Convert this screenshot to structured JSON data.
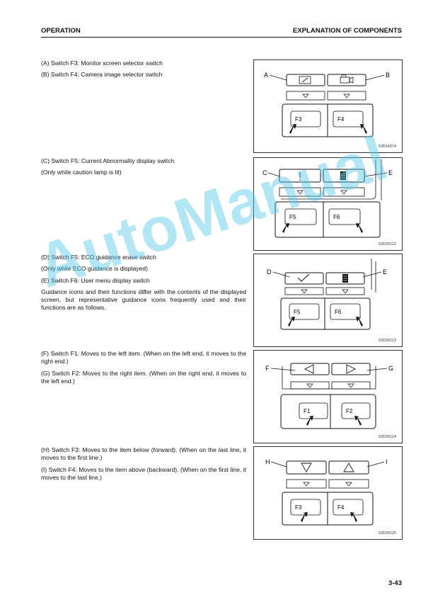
{
  "header": {
    "left": "OPERATION",
    "right": "EXPLANATION OF COMPONENTS"
  },
  "sections": [
    {
      "paragraphs": [
        "(A) Switch F3: Monitor screen selector switch",
        "(B) Switch F4: Camera image selector switch"
      ],
      "figure": {
        "left_label": "A",
        "right_label": "B",
        "key_left": "F3",
        "key_right": "F4",
        "code": "9JD24374"
      }
    },
    {
      "paragraphs": [
        "(C) Switch F5: Current Abnormality display switch",
        "(Only while caution lamp is lit)"
      ],
      "figure": {
        "left_label": "C",
        "right_label": "E",
        "key_left": "F5",
        "key_right": "F6",
        "code": "9JD26122"
      }
    },
    {
      "paragraphs": [
        "(D) Switch F5: ECO guidance erase switch",
        "(Only while ECO guidance is displayed)",
        "(E) Switch F6: User menu display switch",
        "Guidance icons and their functions differ with the contents of the displayed screen, but representative guidance icons frequently used and their functions are as follows."
      ],
      "figure": {
        "left_label": "D",
        "right_label": "E",
        "key_left": "F5",
        "key_right": "F6",
        "code": "9JD26123"
      }
    },
    {
      "paragraphs": [
        "(F) Switch F1: Moves to the left item. (When on the left end, it moves to the right end.)",
        "(G) Switch F2: Moves to the right item. (When on the right end, it moves to the left end.)"
      ],
      "figure": {
        "left_label": "F",
        "right_label": "G",
        "key_left": "F1",
        "key_right": "F2",
        "code": "9JD26124"
      }
    },
    {
      "paragraphs": [
        "(H) Switch F3: Moves to the item below (forward). (When on the last line, it moves to the first line.)",
        "(I) Switch F4: Moves to the item above (backward). (When on the first line, it moves to the last line.)"
      ],
      "figure": {
        "left_label": "H",
        "right_label": "I",
        "key_left": "F3",
        "key_right": "F4",
        "code": "9JD26125"
      }
    }
  ],
  "watermark": "AutoManual",
  "page_number": "3-43"
}
